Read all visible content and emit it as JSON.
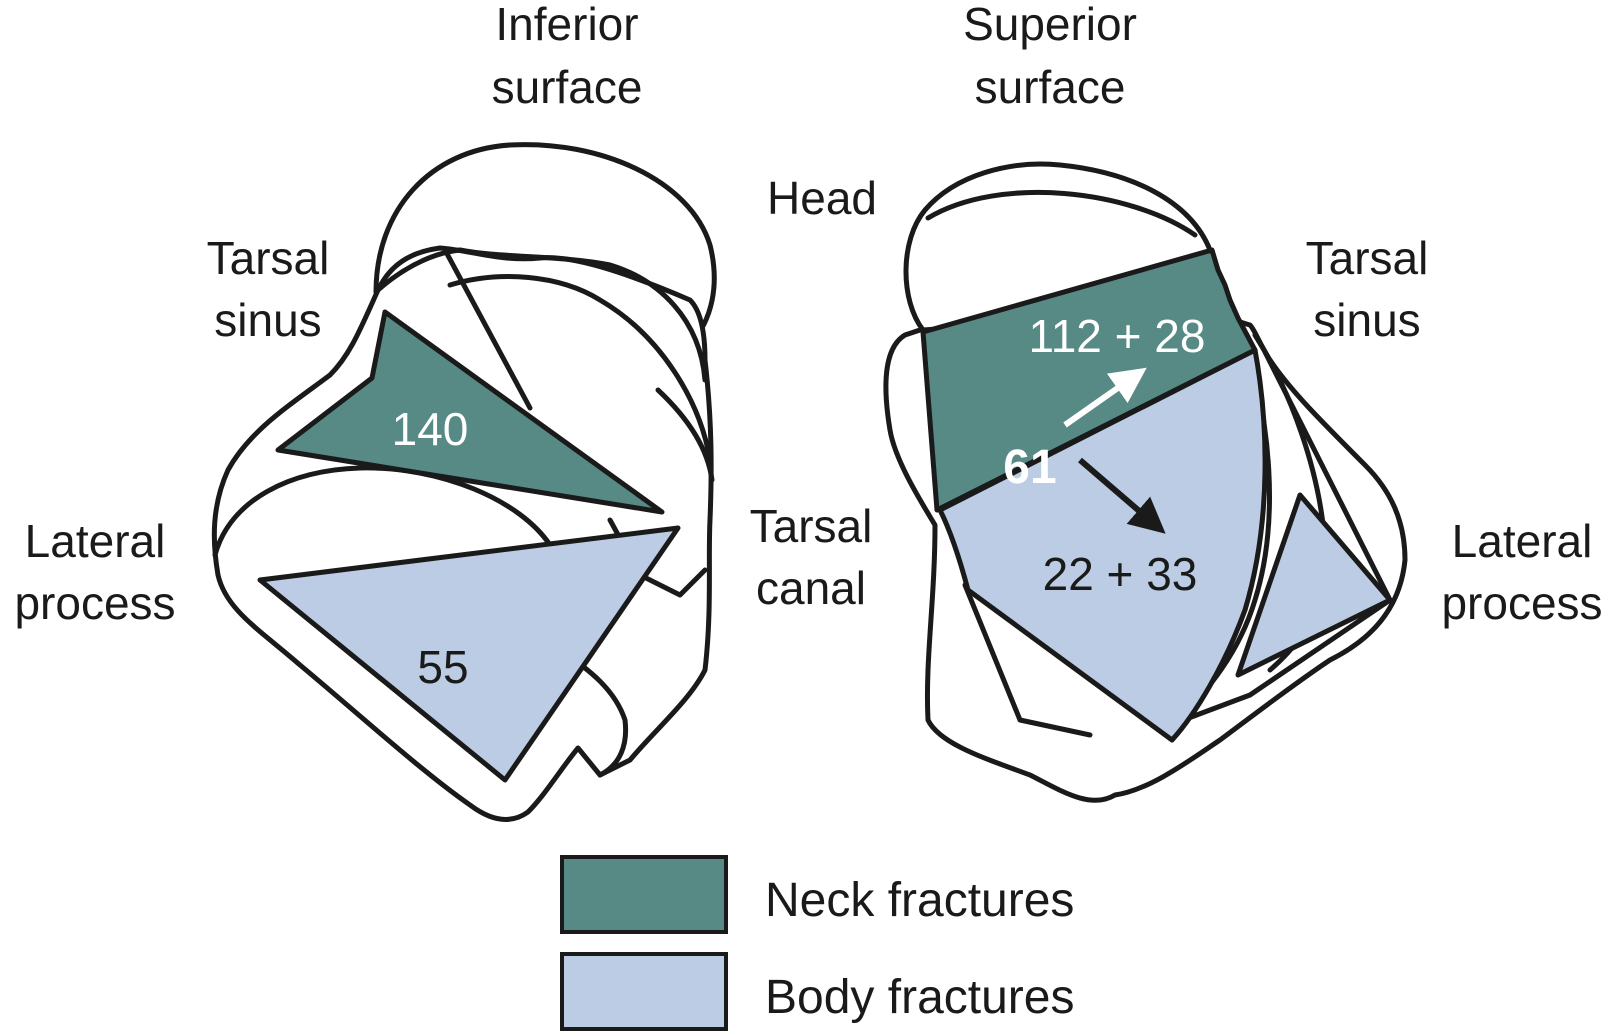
{
  "colors": {
    "neck": "#578a84",
    "body": "#bccce5",
    "outline": "#1a1a1a"
  },
  "inferior_view": {
    "title_line1": "Inferior",
    "title_line2": "surface",
    "tarsal_sinus_line1": "Tarsal",
    "tarsal_sinus_line2": "sinus",
    "lateral_process_line1": "Lateral",
    "lateral_process_line2": "process",
    "tarsal_canal_line1": "Tarsal",
    "tarsal_canal_line2": "canal",
    "neck_count": "140",
    "body_count": "55"
  },
  "superior_view": {
    "title_line1": "Superior",
    "title_line2": "surface",
    "head_label": "Head",
    "tarsal_sinus_line1": "Tarsal",
    "tarsal_sinus_line2": "sinus",
    "lateral_process_line1": "Lateral",
    "lateral_process_line2": "process",
    "neck_count": "112 + 28",
    "shared_count": "61",
    "body_count": "22 + 33"
  },
  "legend": {
    "items": [
      {
        "label": "Neck fractures",
        "color": "#578a84"
      },
      {
        "label": "Body fractures",
        "color": "#bccce5"
      }
    ]
  }
}
